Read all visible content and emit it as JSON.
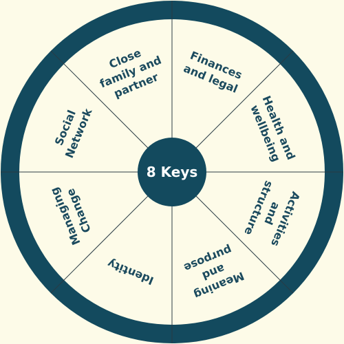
{
  "colors": {
    "background": "#fdfbe8",
    "ring": "#134a5e",
    "center": "#134a5e",
    "divider": "#2a3b44",
    "label_text": "#1b4a5e",
    "center_text": "#ffffff"
  },
  "diagram": {
    "center_label": "8 Keys",
    "segments": [
      {
        "id": "finances",
        "lines": [
          "Finances",
          "and legal"
        ]
      },
      {
        "id": "health",
        "lines": [
          "Health and",
          "wellbeing"
        ]
      },
      {
        "id": "activities",
        "lines": [
          "Activities",
          "and",
          "structure"
        ]
      },
      {
        "id": "meaning",
        "lines": [
          "Meaning",
          "and",
          "purpose"
        ]
      },
      {
        "id": "identity",
        "lines": [
          "Identity"
        ]
      },
      {
        "id": "managing",
        "lines": [
          "Managing",
          "Change"
        ]
      },
      {
        "id": "social",
        "lines": [
          "Social",
          "Network"
        ]
      },
      {
        "id": "close",
        "lines": [
          "Close",
          "family and",
          "partner"
        ]
      }
    ]
  }
}
